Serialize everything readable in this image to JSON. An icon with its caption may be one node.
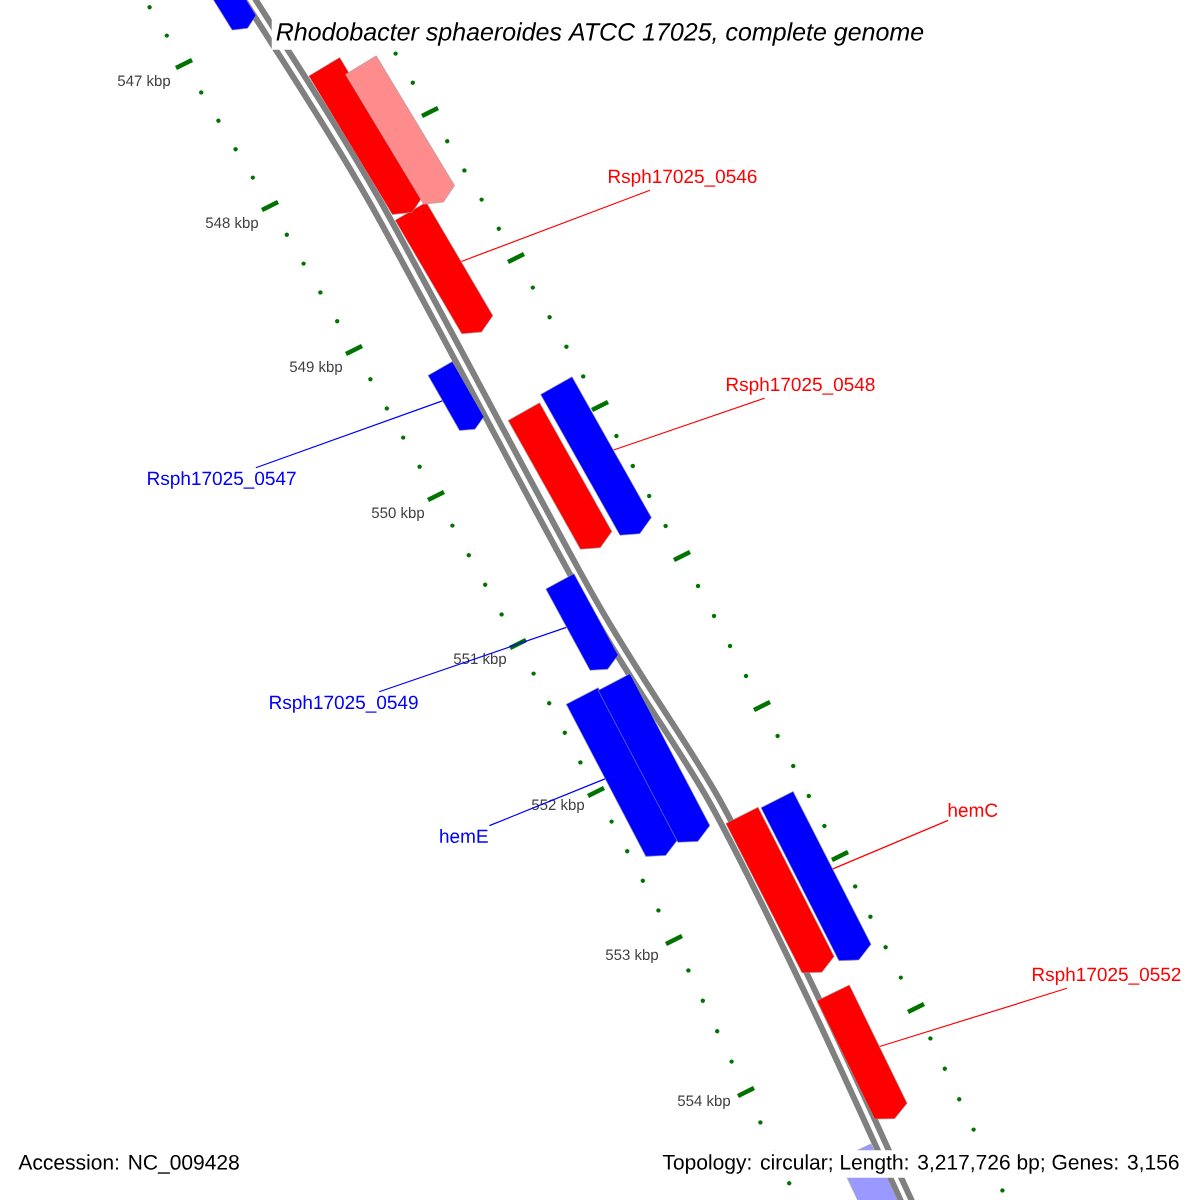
{
  "diagram": {
    "title": "Rhodobacter sphaeroides ATCC 17025, complete genome",
    "nodes": [
      {
        "text": [
          "Rsph17025_0546"
        ]
      },
      {
        "text": [],
        "shape": "bar"
      },
      {
        "text": [
          "Rsph17025_0547"
        ]
      },
      {
        "text": [],
        "shape": "bar"
      },
      {
        "text": [
          "Rsph17025_0548"
        ]
      },
      {
        "text": [],
        "shape": "bar"
      },
      {
        "text": [
          "Rsph17025_0549"
        ]
      },
      {
        "text": [],
        "shape": "bar"
      },
      {
        "text": [
          "hemE"
        ]
      },
      {
        "text": [],
        "shape": "bar"
      },
      {
        "text": [
          "hemC"
        ]
      },
      {
        "text": [],
        "shape": "bar"
      },
      {
        "text": [
          "Rsph17025_0552"
        ]
      },
      {
        "text": [],
        "shape": "bar"
      },
      {
        "text": [],
        "shape": "bar"
      },
      {
        "text": [],
        "shape": "bar"
      },
      {
        "text": [],
        "shape": "bar"
      },
      {
        "text": [],
        "shape": "bar"
      },
      {
        "text": [],
        "shape": "bar"
      },
      {
        "text": [],
        "shape": "bar"
      },
      {
        "text": [],
        "shape": "bar"
      }
    ],
    "edges": [
      {
        "from": 0,
        "to": 1,
        "arrow": "none",
        "color": "#ff0000"
      },
      {
        "from": 2,
        "to": 3,
        "arrow": "none",
        "color": "#0000ff"
      },
      {
        "from": 4,
        "to": 5,
        "arrow": "none",
        "color": "#ff0000"
      },
      {
        "from": 6,
        "to": 7,
        "arrow": "none",
        "color": "#0000ff"
      },
      {
        "from": 8,
        "to": 9,
        "arrow": "none",
        "color": "#0000ff"
      },
      {
        "from": 10,
        "to": 11,
        "arrow": "none",
        "color": "#ff0000"
      },
      {
        "from": 12,
        "to": 13,
        "arrow": "none",
        "color": "#ff0000"
      }
    ],
    "labels": [
      "547 kbp",
      "548 kbp",
      "549 kbp",
      "550 kbp",
      "551 kbp",
      "552 kbp",
      "553 kbp",
      "554 kbp",
      "Accession: NC_009428",
      "Topology: circular; Length: 3,217,726 bp; Genes: 3,156"
    ]
  }
}
